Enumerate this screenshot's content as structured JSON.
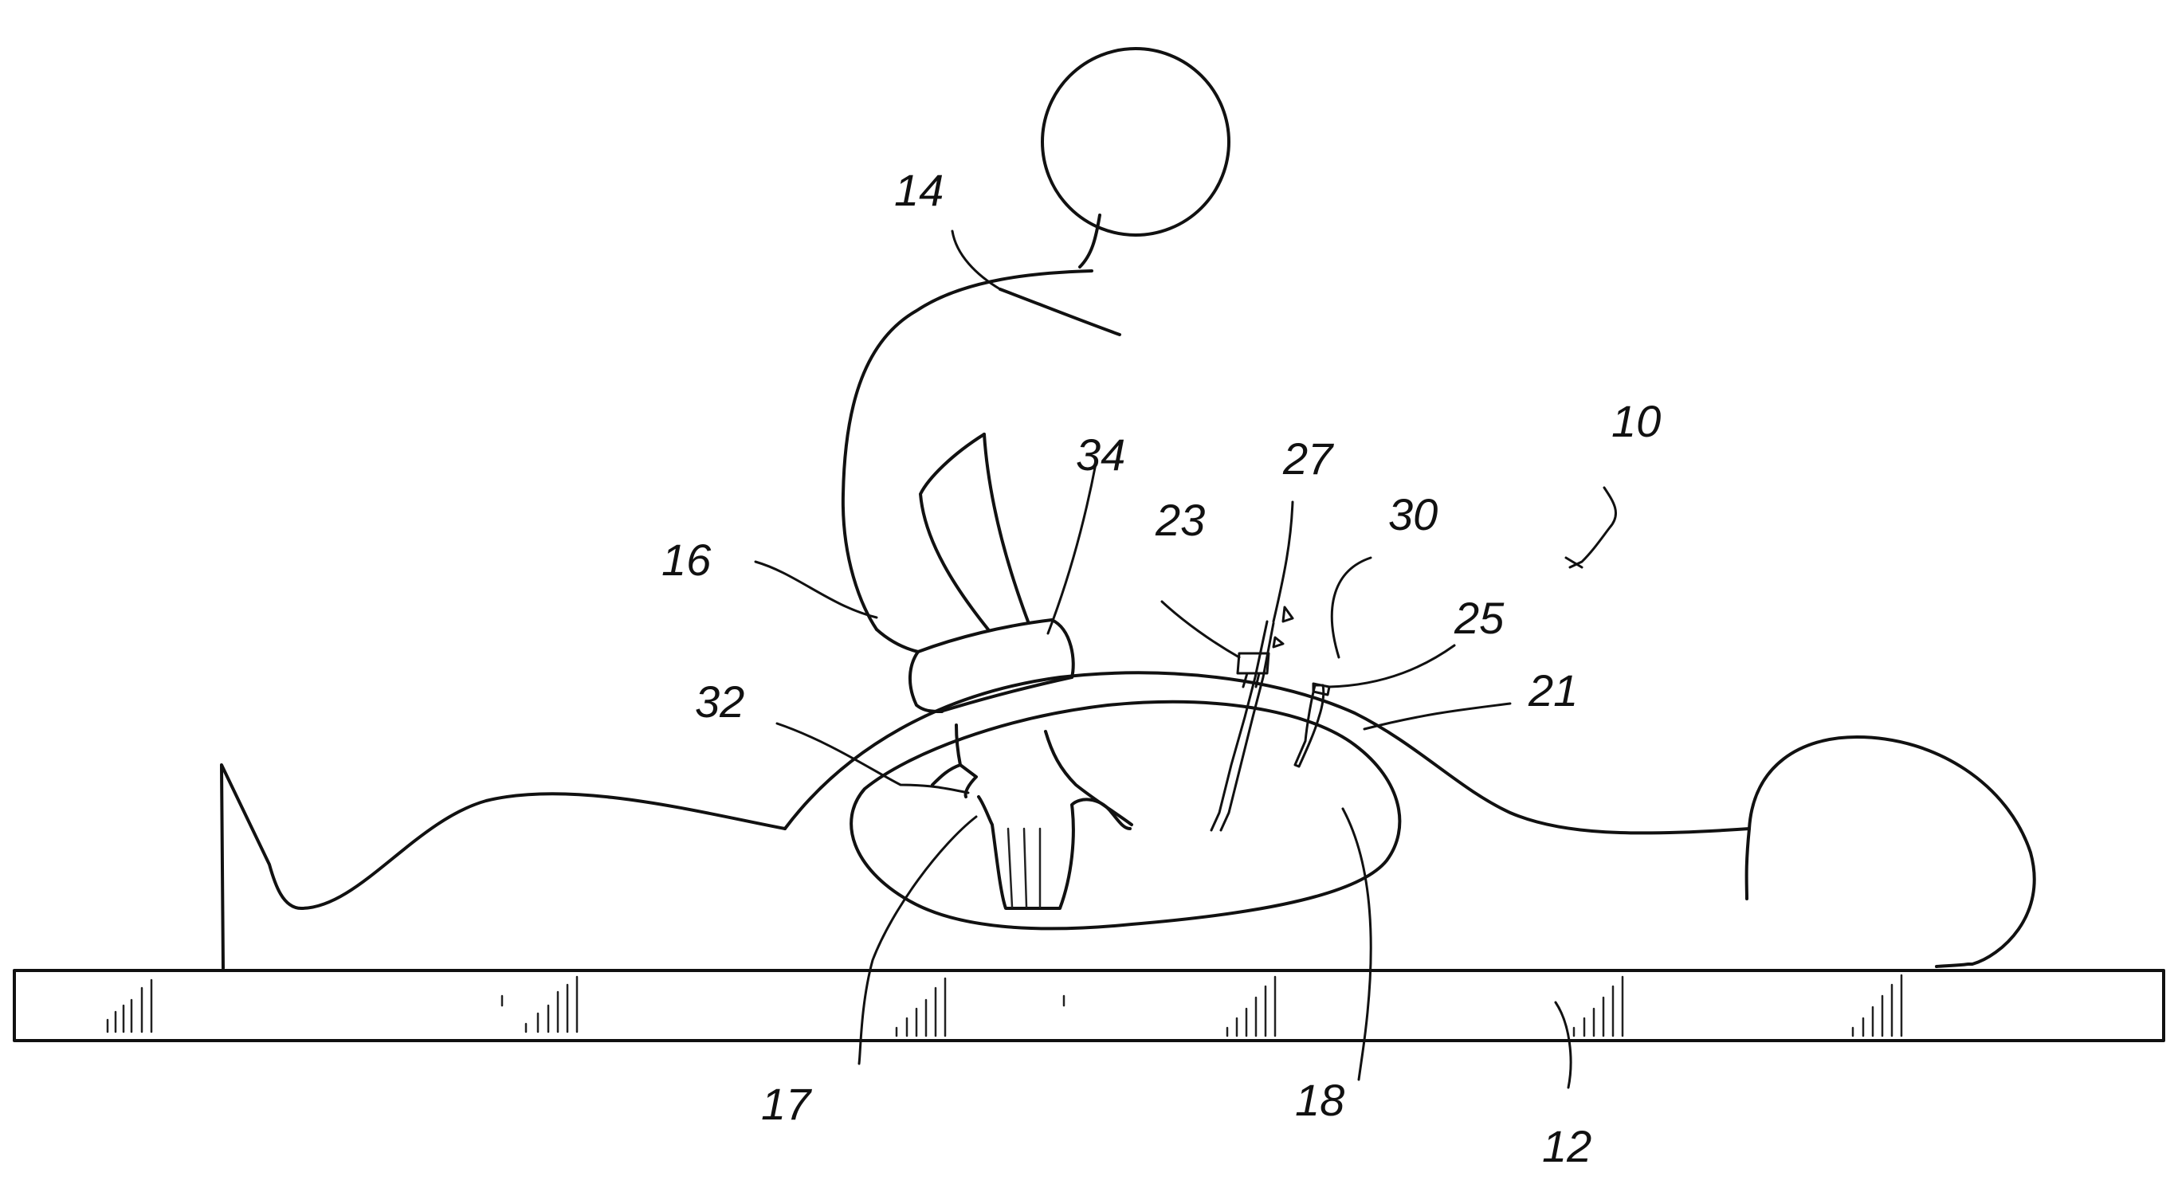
{
  "figure": {
    "labels": [
      {
        "id": "l10",
        "text": "10"
      },
      {
        "id": "l12",
        "text": "12"
      },
      {
        "id": "l14",
        "text": "14"
      },
      {
        "id": "l16",
        "text": "16"
      },
      {
        "id": "l17",
        "text": "17"
      },
      {
        "id": "l18",
        "text": "18"
      },
      {
        "id": "l21",
        "text": "21"
      },
      {
        "id": "l23",
        "text": "23"
      },
      {
        "id": "l25",
        "text": "25"
      },
      {
        "id": "l27",
        "text": "27"
      },
      {
        "id": "l30",
        "text": "30"
      },
      {
        "id": "l32",
        "text": "32"
      },
      {
        "id": "l34",
        "text": "34"
      }
    ],
    "line_color": "#111111",
    "background": "#ffffff"
  }
}
